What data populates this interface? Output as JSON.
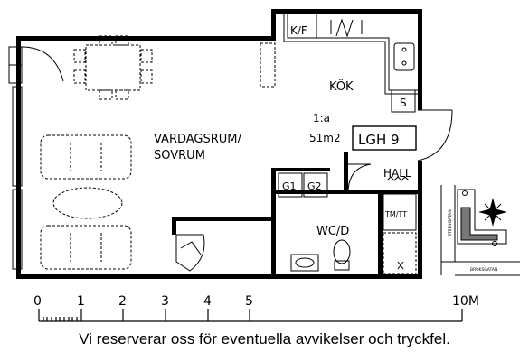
{
  "rooms": {
    "living": "VARDAGSRUM/\nSOVRUM",
    "kitchen": "KÖK",
    "kitchen_storage": "K/F",
    "stove": "S",
    "hall": "HALL",
    "bathroom": "WC/D",
    "washer_dryer": "TM/TT",
    "closet_1": "G1",
    "closet_2": "G2"
  },
  "apartment": {
    "floor": "1:a",
    "area": "51m2",
    "unit": "LGH 9"
  },
  "scale": {
    "labels": [
      "0",
      "1",
      "2",
      "3",
      "4",
      "5",
      "10M"
    ],
    "positions_m": [
      0,
      1,
      2,
      3,
      4,
      5,
      10
    ]
  },
  "map": {
    "street_vertical": "STEENGATAN",
    "street_horizontal": "BRUKSGATAN"
  },
  "disclaimer": "Vi reserverar oss för eventuella avvikelser och tryckfel."
}
